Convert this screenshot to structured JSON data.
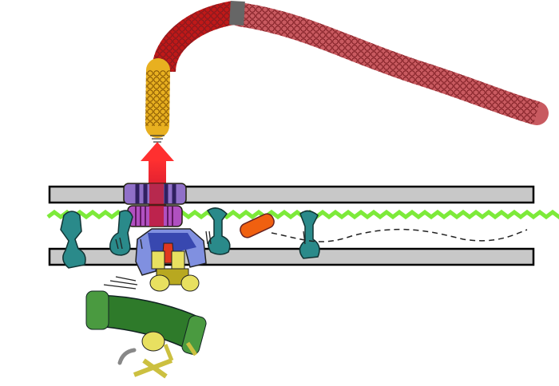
{
  "diagram": {
    "kind": "bacterial secretion / pilus assembly illustration",
    "colors": {
      "membrane": "#c8c8c8",
      "peptidoglycan": "#7dea3a",
      "filament_tip": "#e8b020",
      "filament_red": "#c01818",
      "filament_cap": "#666666",
      "filament_body": "#c85a60",
      "arrow": "#ff2020",
      "outer_ring": "#9070c8",
      "inner_ring": "#b050c0",
      "base": "#3848b0",
      "teal_protein": "#2a8a8a",
      "orange_protein": "#f06010",
      "atpase": "#e8e060",
      "green_tube": "#2e7a2a"
    },
    "icons": [
      "filament",
      "export-arrow",
      "secretin-ring",
      "membrane-proteins",
      "atpase",
      "cytoplasmic-tube"
    ]
  }
}
